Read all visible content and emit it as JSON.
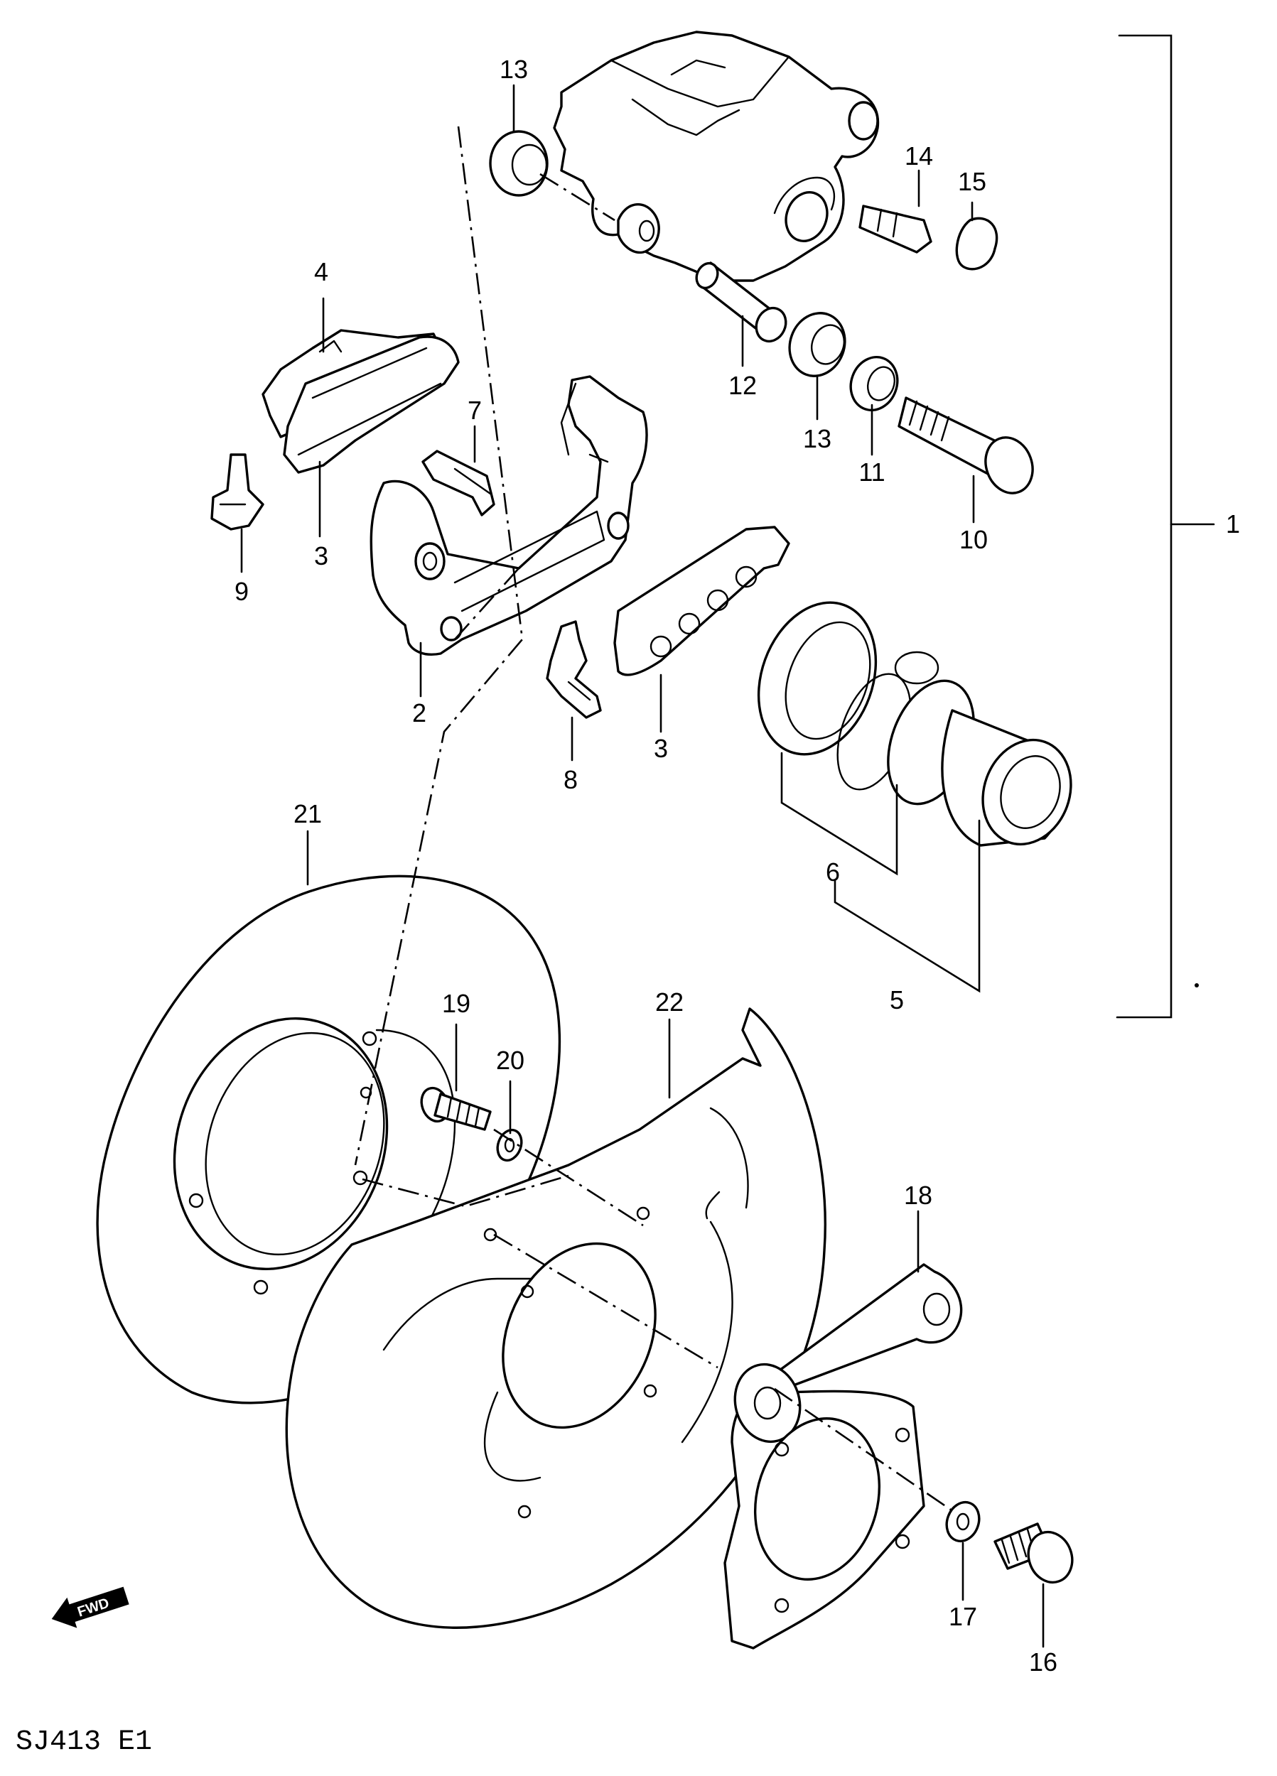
{
  "diagram": {
    "model_code": "SJ413 E1",
    "direction_arrow": "FWD",
    "callouts": [
      "1",
      "2",
      "3",
      "3",
      "4",
      "5",
      "6",
      "7",
      "8",
      "9",
      "10",
      "11",
      "12",
      "13",
      "13",
      "14",
      "15",
      "16",
      "17",
      "18",
      "19",
      "20",
      "21",
      "22"
    ]
  }
}
